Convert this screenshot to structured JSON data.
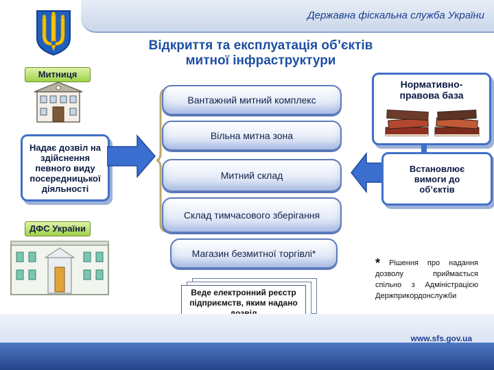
{
  "header": {
    "title": "Державна фіскальна служба України"
  },
  "main_title": "Відкриття та експлуатація об’єктів митної інфраструктури",
  "left": {
    "customs_label": "Митниця",
    "grant_text": "Надає дозвіл на здійснення певного виду посередницької діяльності",
    "dfs_label": "ДФС України"
  },
  "center": {
    "items": [
      "Вантажний митний комплекс",
      "Вільна митна зона",
      "Митний склад",
      "Склад тимчасового зберігання",
      "Магазин безмитної торгівлі*"
    ],
    "registry": "Веде електронний реєстр підприємств, яким надано дозвіл"
  },
  "right": {
    "legal_base": "Нормативно-правова база",
    "requirements": "Встановлює вимоги до об’єктів",
    "note_star": "*",
    "note_text": "Рішення про надання дозволу приймається спільно з Адміністрацією Держприкордонслужби"
  },
  "footer": {
    "url": "www.sfs.gov.ua"
  },
  "colors": {
    "accent": "#1d4fa3",
    "box_border": "#3f6fc9",
    "tag_green": "#9fd24a",
    "arrow_blue": "#3a6fd0"
  },
  "icons": [
    "coat-of-arms-icon",
    "customs-building-icon",
    "dfs-building-icon",
    "books-icon",
    "arrow-right-icon",
    "arrow-left-icon",
    "brace-icon"
  ]
}
